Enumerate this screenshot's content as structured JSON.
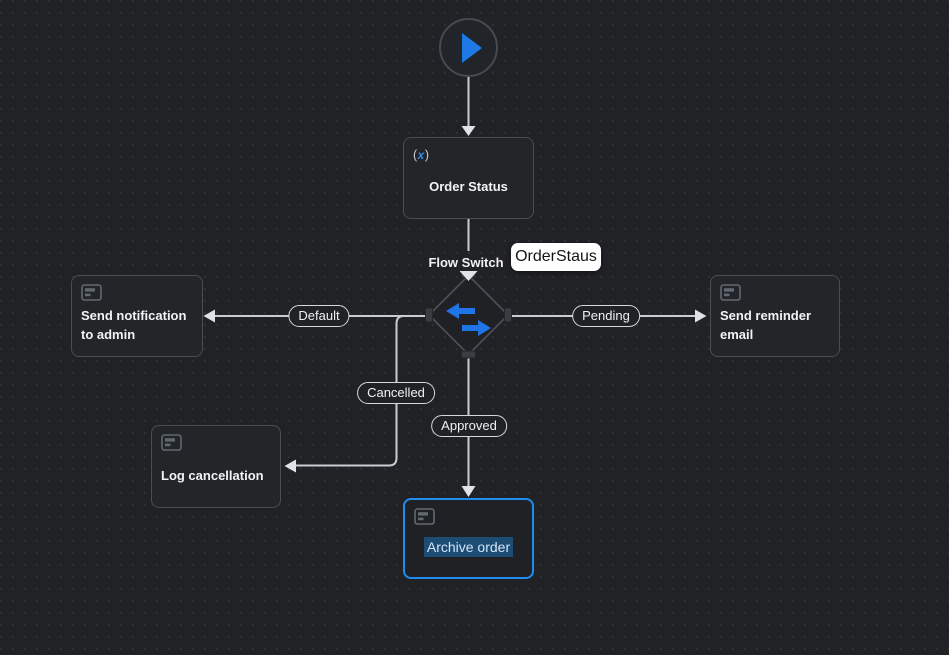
{
  "colors": {
    "canvas_bg": "#212226",
    "accent_blue": "#1f78e8",
    "selected_border_blue": "#1f8cf2",
    "text_selection_bg": "#1d4d75",
    "edge_gray": "#c9ccd1",
    "node_border": "#4a4d52",
    "rename_box_bg": "#ffffff"
  },
  "trigger": {
    "icon": "play-icon"
  },
  "nodes": {
    "order_status": {
      "title": "Order Status",
      "icon": "variable-icon"
    },
    "send_notification": {
      "title": "Send notification to admin",
      "icon": "card-icon"
    },
    "send_reminder": {
      "title": "Send reminder email",
      "icon": "card-icon"
    },
    "log_cancellation": {
      "title": "Log cancellation",
      "icon": "card-icon"
    },
    "archive_order": {
      "title": "Archive order",
      "icon": "card-icon",
      "selected": true
    }
  },
  "switch": {
    "label": "Flow Switch",
    "rename_value": "OrderStaus",
    "icon": "swap-arrows-icon"
  },
  "edge_labels": {
    "default": "Default",
    "pending": "Pending",
    "cancelled": "Cancelled",
    "approved": "Approved"
  },
  "variable_icon": {
    "open": "(",
    "x": "x",
    "close": ")"
  }
}
